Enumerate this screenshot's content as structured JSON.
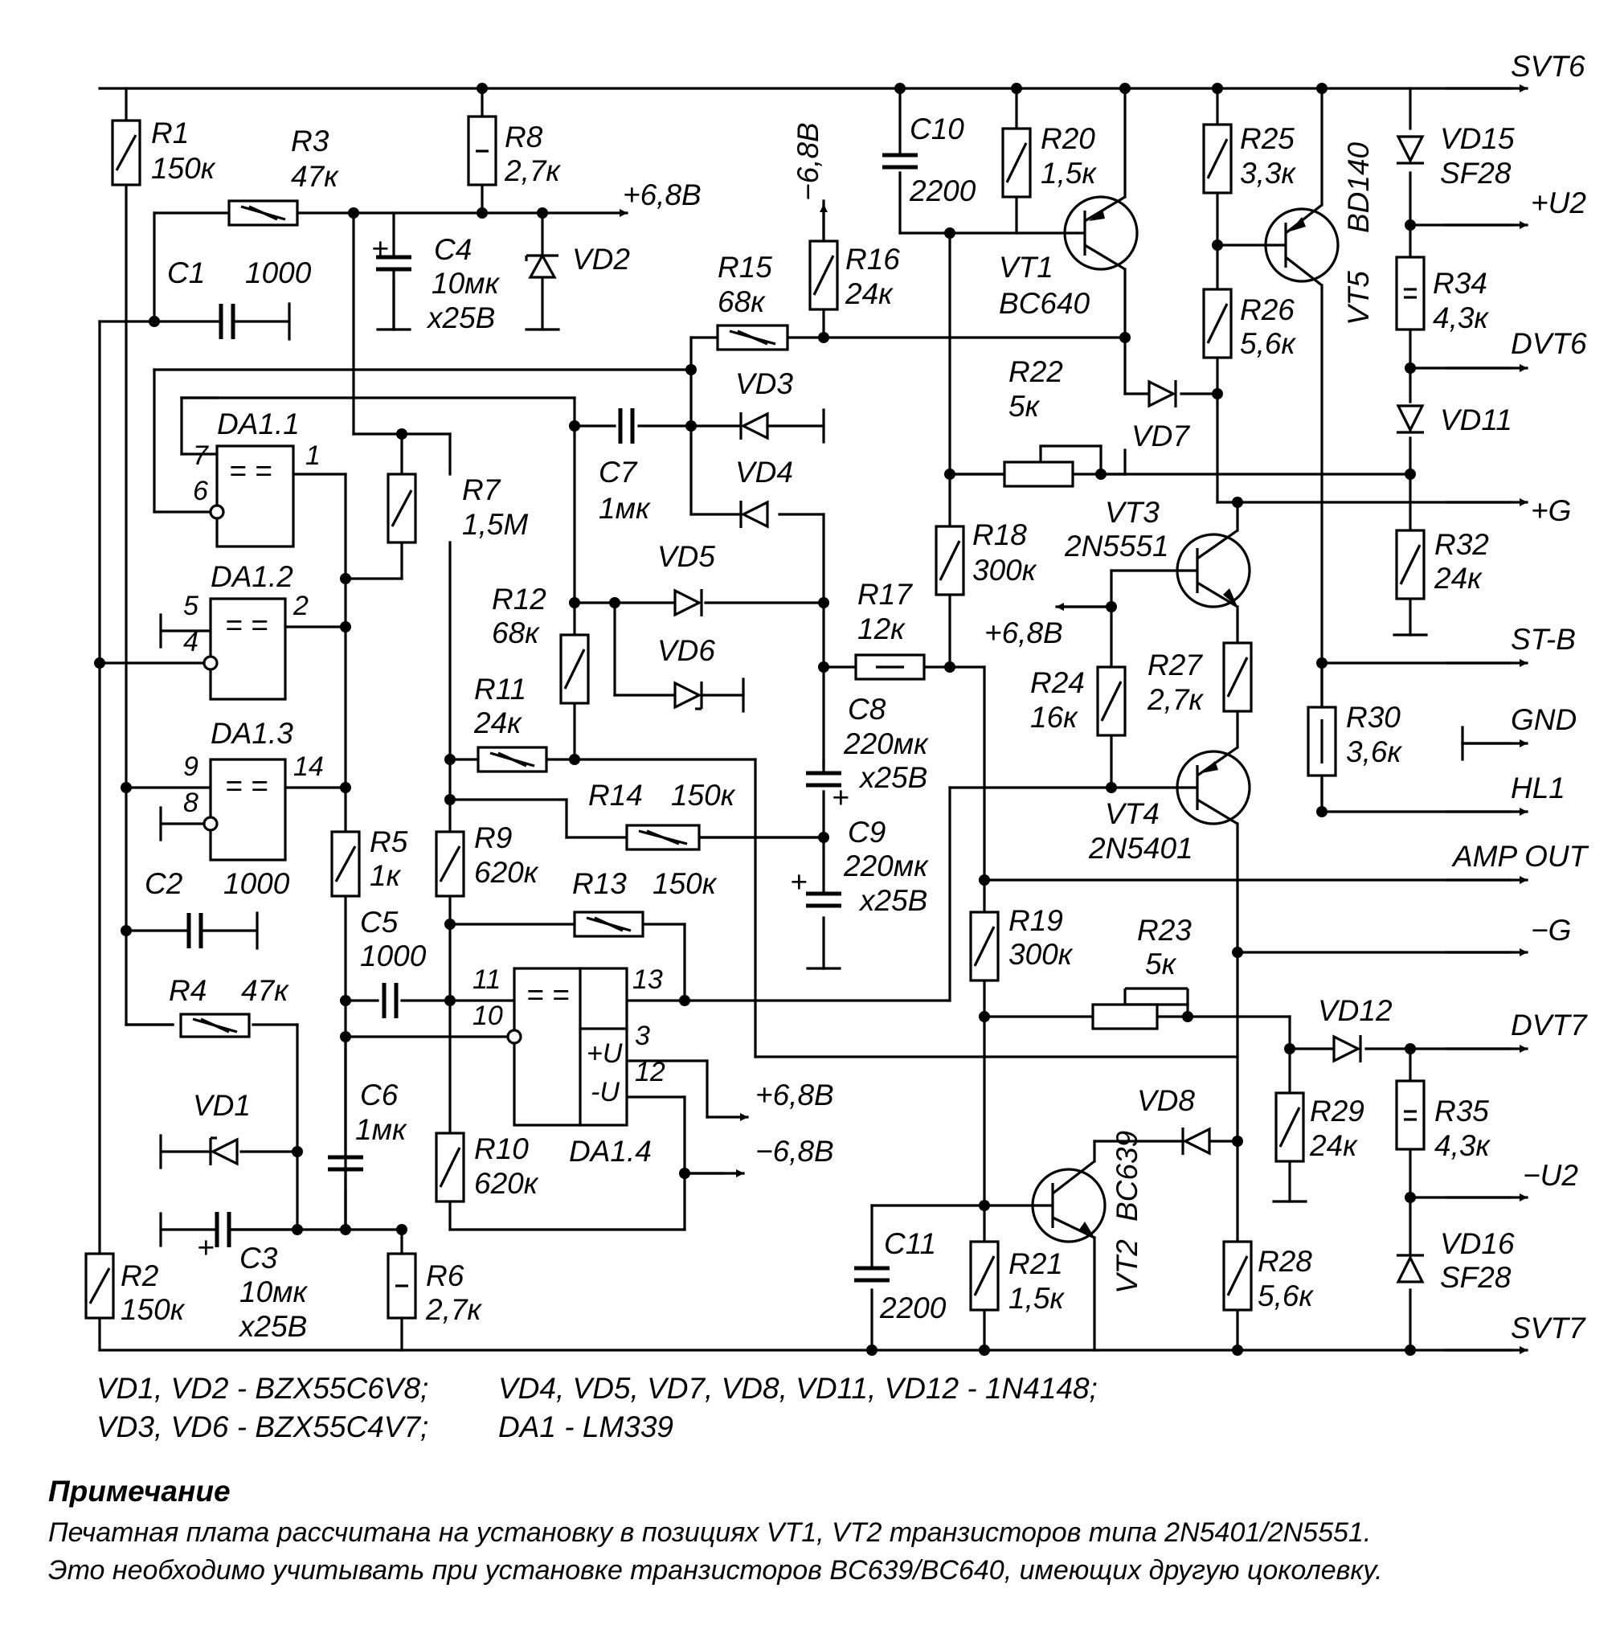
{
  "components": {
    "R1": {
      "ref": "R1",
      "value": "150к"
    },
    "R2": {
      "ref": "R2",
      "value": "150к"
    },
    "R3": {
      "ref": "R3",
      "value": "47к"
    },
    "R4": {
      "ref": "R4",
      "value": "47к"
    },
    "R5": {
      "ref": "R5",
      "value": "1к"
    },
    "R6": {
      "ref": "R6",
      "value": "2,7к"
    },
    "R7": {
      "ref": "R7",
      "value": "1,5М"
    },
    "R8": {
      "ref": "R8",
      "value": "2,7к"
    },
    "R9": {
      "ref": "R9",
      "value": "620к"
    },
    "R10": {
      "ref": "R10",
      "value": "620к"
    },
    "R11": {
      "ref": "R11",
      "value": "24к"
    },
    "R12": {
      "ref": "R12",
      "value": "68к"
    },
    "R13": {
      "ref": "R13",
      "value": "150к"
    },
    "R14": {
      "ref": "R14",
      "value": "150к"
    },
    "R15": {
      "ref": "R15",
      "value": "68к"
    },
    "R16": {
      "ref": "R16",
      "value": "24к"
    },
    "R17": {
      "ref": "R17",
      "value": "12к"
    },
    "R18": {
      "ref": "R18",
      "value": "300к"
    },
    "R19": {
      "ref": "R19",
      "value": "300к"
    },
    "R20": {
      "ref": "R20",
      "value": "1,5к"
    },
    "R21": {
      "ref": "R21",
      "value": "1,5к"
    },
    "R22": {
      "ref": "R22",
      "value": "5к"
    },
    "R23": {
      "ref": "R23",
      "value": "5к"
    },
    "R24": {
      "ref": "R24",
      "value": "16к"
    },
    "R25": {
      "ref": "R25",
      "value": "3,3к"
    },
    "R26": {
      "ref": "R26",
      "value": "5,6к"
    },
    "R27": {
      "ref": "R27",
      "value": "2,7к"
    },
    "R28": {
      "ref": "R28",
      "value": "5,6к"
    },
    "R29": {
      "ref": "R29",
      "value": "24к"
    },
    "R30": {
      "ref": "R30",
      "value": "3,6к"
    },
    "R32": {
      "ref": "R32",
      "value": "24к"
    },
    "R34": {
      "ref": "R34",
      "value": "4,3к"
    },
    "R35": {
      "ref": "R35",
      "value": "4,3к"
    },
    "C1": {
      "ref": "C1",
      "value": "1000"
    },
    "C2": {
      "ref": "C2",
      "value": "1000"
    },
    "C3": {
      "ref": "C3",
      "value": "10мк",
      "value2": "x25В"
    },
    "C4": {
      "ref": "C4",
      "value": "10мк",
      "value2": "x25В"
    },
    "C5": {
      "ref": "C5",
      "value": "1000"
    },
    "C6": {
      "ref": "C6",
      "value": "1мк"
    },
    "C7": {
      "ref": "C7",
      "value": "1мк"
    },
    "C8": {
      "ref": "C8",
      "value": "220мк",
      "value2": "x25В"
    },
    "C9": {
      "ref": "C9",
      "value": "220мк",
      "value2": "x25В"
    },
    "C10": {
      "ref": "C10",
      "value": "2200"
    },
    "C11": {
      "ref": "C11",
      "value": "2200"
    },
    "VT1": {
      "ref": "VT1",
      "value": "BC640"
    },
    "VT2": {
      "ref": "VT2",
      "value": "BC639"
    },
    "VT3": {
      "ref": "VT3",
      "value": "2N5551"
    },
    "VT4": {
      "ref": "VT4",
      "value": "2N5401"
    },
    "VT5": {
      "ref": "VT5",
      "value": "BD140"
    },
    "VD15": {
      "ref": "VD15",
      "value": "SF28"
    },
    "VD16": {
      "ref": "VD16",
      "value": "SF28"
    },
    "DA1_1": {
      "ref": "DA1.1",
      "p_a": "7",
      "p_b": "6",
      "p_out": "1"
    },
    "DA1_2": {
      "ref": "DA1.2",
      "p_a": "5",
      "p_b": "4",
      "p_out": "2"
    },
    "DA1_3": {
      "ref": "DA1.3",
      "p_a": "9",
      "p_b": "8",
      "p_out": "14"
    },
    "DA1_4": {
      "ref": "DA1.4",
      "p_a": "11",
      "p_b": "10",
      "p_out": "13",
      "p_vp": "3",
      "p_vn": "12",
      "vp": "+U",
      "vn": "-U"
    }
  },
  "diodes": [
    "VD1",
    "VD2",
    "VD3",
    "VD4",
    "VD5",
    "VD6",
    "VD7",
    "VD8",
    "VD11",
    "VD12"
  ],
  "comparator_symbol": "= =",
  "outputs": [
    "SVT6",
    "+U2",
    "DVT6",
    "+G",
    "ST-B",
    "GND",
    "HL1",
    "AMP OUT",
    "−G",
    "DVT7",
    "−U2",
    "SVT7"
  ],
  "rails": {
    "p68": "+6,8В",
    "m68": "−6,8В"
  },
  "parts_list": {
    "l1a": "VD1, VD2 - BZX55C6V8;",
    "l1b": "VD4, VD5, VD7, VD8, VD11, VD12 - 1N4148;",
    "l2a": "VD3, VD6 - BZX55C4V7;",
    "l2b": "DA1 - LM339"
  },
  "note": {
    "title": "Примечание",
    "line1": "Печатная плата рассчитана на установку в позициях VT1, VT2 транзисторов типа 2N5401/2N5551.",
    "line2": "Это необходимо учитывать при установке транзисторов BC639/BC640, имеющих другую цоколевку."
  }
}
